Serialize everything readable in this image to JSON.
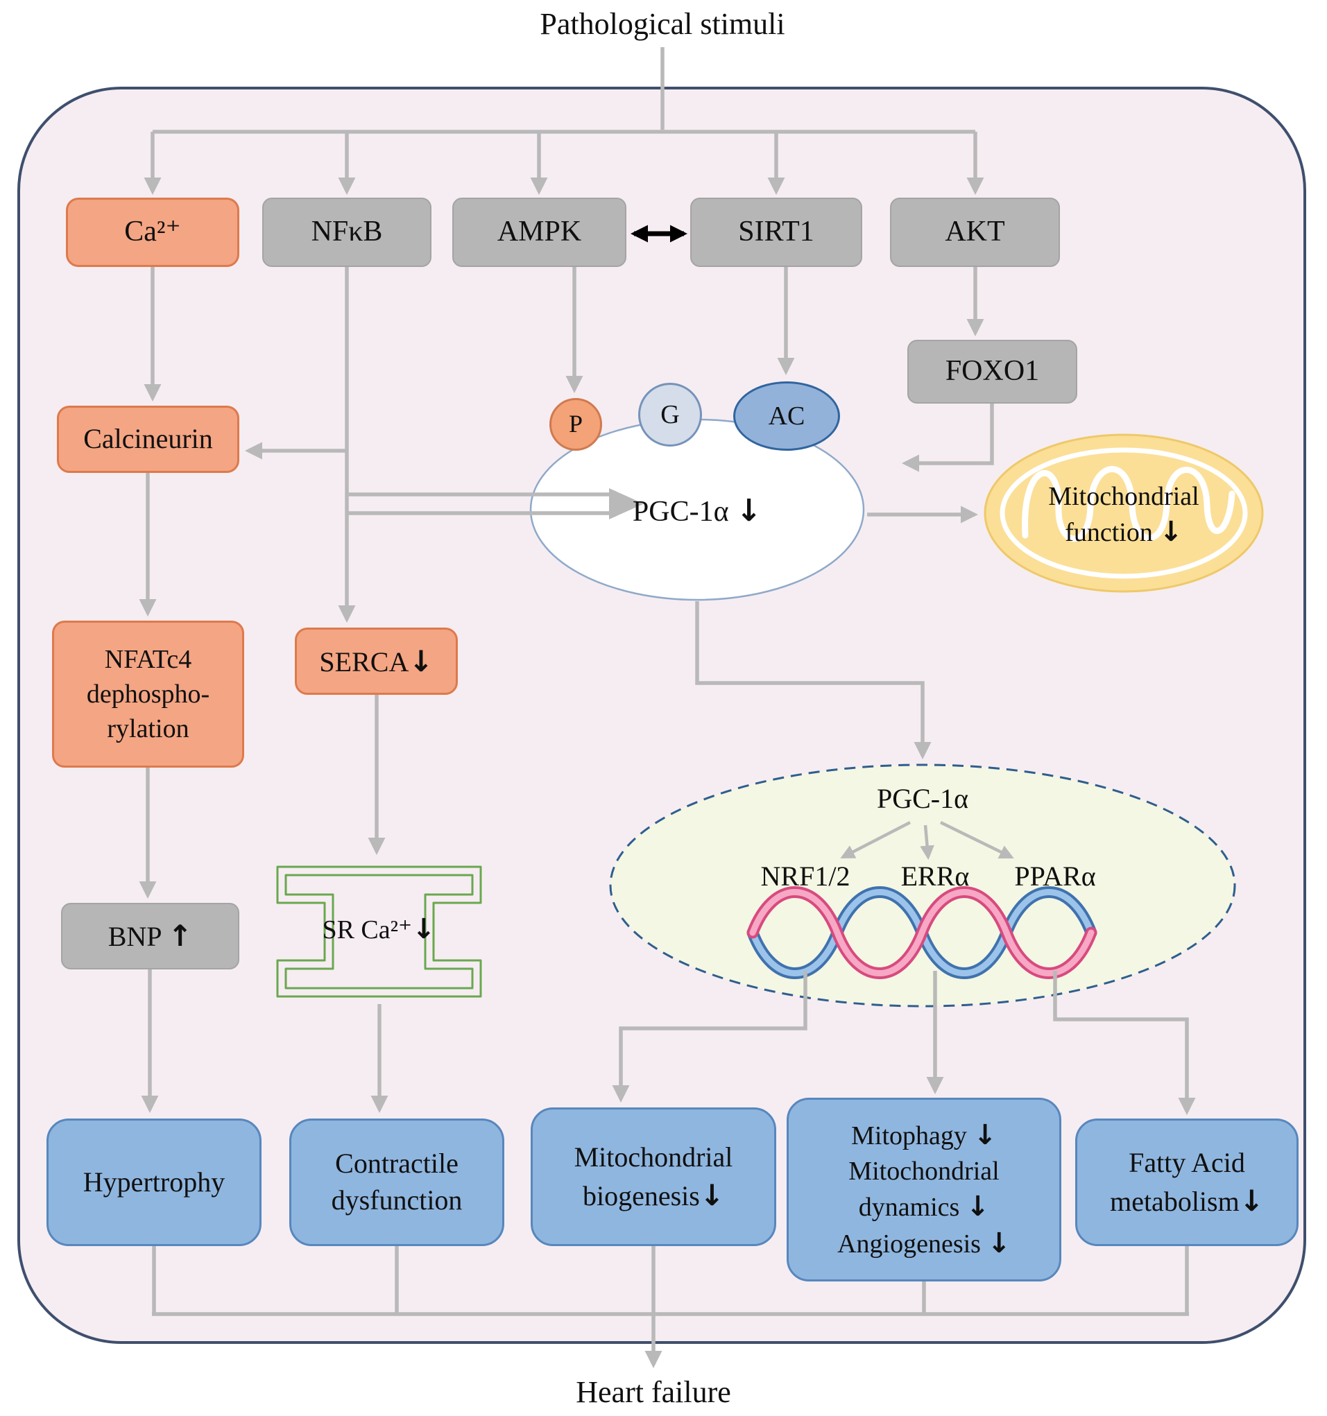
{
  "title": "Pathological stimuli",
  "footer": "Heart failure",
  "top_row": {
    "ca": "Ca²⁺",
    "nfkb": "NFκB",
    "ampk": "AMPK",
    "sirt1": "SIRT1",
    "akt": "AKT"
  },
  "middle": {
    "foxo1": "FOXO1",
    "p_tag": "P",
    "g_tag": "G",
    "ac_tag": "AC",
    "pgc1a": "PGC-1α ↓",
    "mito_function": "Mitochondrial\nfunction ↓",
    "calcineurin": "Calcineurin",
    "nfatc4": "NFATc4\ndephospho-\nrylation",
    "serca": "SERCA↓",
    "bnp": "BNP ↑",
    "sr_ca": "SR Ca²⁺↓"
  },
  "nucleus": {
    "pgc1a": "PGC-1α",
    "nrf12": "NRF1/2",
    "erra": "ERRα",
    "ppara": "PPARα"
  },
  "outcomes": {
    "hypertrophy": "Hypertrophy",
    "contractile": "Contractile\ndysfunction",
    "biogenesis": "Mitochondrial\nbiogenesis↓",
    "mitophagy": "Mitophagy ↓\nMitochondrial\ndynamics ↓\nAngiogenesis ↓",
    "fatty_acid": "Fatty Acid\nmetabolism↓"
  },
  "colors": {
    "container_bg": "#f6edf2",
    "container_border": "#3f4f6d",
    "orange_fill": "#f4a583",
    "orange_border": "#dd7a4c",
    "gray_fill": "#b6b6b6",
    "blue_fill": "#8fb6df",
    "blue_border": "#5787bd",
    "arrow_gray": "#b9b9b9",
    "mito_fill": "#fbdf97",
    "nucleus_fill": "#f4f7e3",
    "nucleus_border": "#2f5e8e",
    "dna_pink": "#d84a7f",
    "dna_blue": "#3f72ae",
    "sr_green": "#69a84f"
  }
}
